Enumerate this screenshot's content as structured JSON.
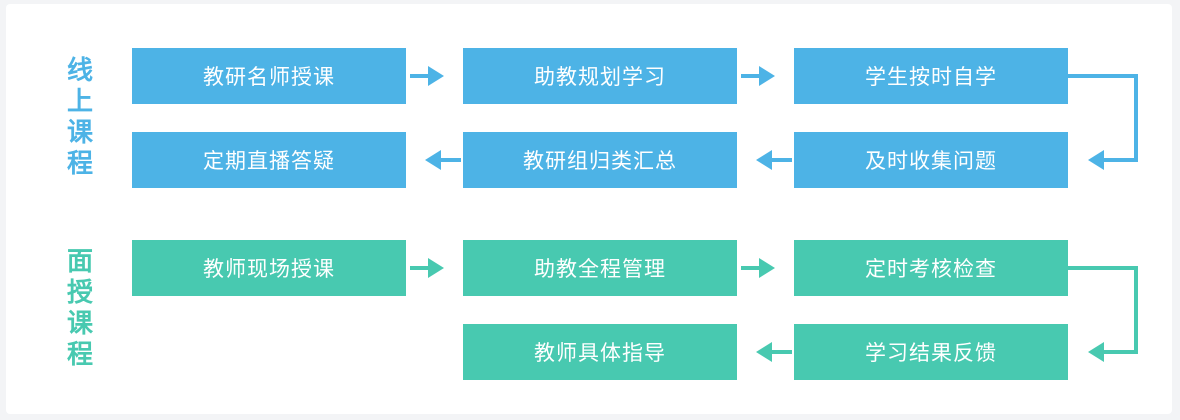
{
  "colors": {
    "online": "#4db3e6",
    "offline": "#48c9b0",
    "background": "#ffffff"
  },
  "online": {
    "label": [
      "线",
      "上",
      "课",
      "程"
    ],
    "row1": [
      "教研名师授课",
      "助教规划学习",
      "学生按时自学"
    ],
    "row2": [
      "定期直播答疑",
      "教研组归类汇总",
      "及时收集问题"
    ]
  },
  "offline": {
    "label": [
      "面",
      "授",
      "课",
      "程"
    ],
    "row1": [
      "教师现场授课",
      "助教全程管理",
      "定时考核检查"
    ],
    "row2": [
      "教师具体指导",
      "学习结果反馈"
    ]
  }
}
